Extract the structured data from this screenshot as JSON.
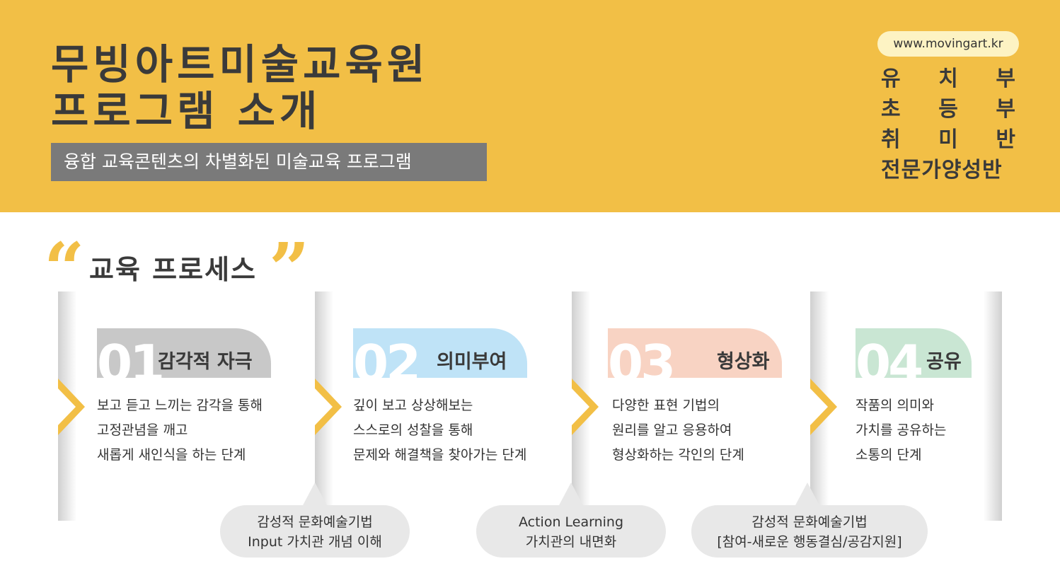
{
  "header": {
    "title_line1": "무빙아트미술교육원",
    "title_line2": "프로그램 소개",
    "subtitle": "융합 교육콘텐츠의 차별화된 미술교육 프로그램",
    "url": "www.movingart.kr",
    "divisions": [
      [
        "유",
        "치",
        "부"
      ],
      [
        "초",
        "등",
        "부"
      ],
      [
        "취",
        "미",
        "반"
      ]
    ],
    "division_full": "전문가양성반"
  },
  "section": {
    "open_quote": "“",
    "close_quote": "”",
    "title": "교육 프로세스"
  },
  "steps": [
    {
      "number": "01",
      "label": "감각적 자극",
      "color": "#c8c8c8",
      "lines": [
        "보고 듣고 느끼는 감각을 통해",
        "고정관념을 깨고",
        "새롭게 새인식을 하는 단계"
      ]
    },
    {
      "number": "02",
      "label": "의미부여",
      "color": "#bfe3f7",
      "lines": [
        "깊이 보고 상상해보는",
        "스스로의 성찰을 통해",
        "문제와 해결책을 찾아가는 단계"
      ]
    },
    {
      "number": "03",
      "label": "형상화",
      "color": "#f8d3c3",
      "lines": [
        "다양한 표현 기법의",
        "원리를 알고 응용하여",
        "형상화하는 각인의 단계"
      ]
    },
    {
      "number": "04",
      "label": "공유",
      "color": "#c9e6d3",
      "lines": [
        "작품의 의미와",
        "가치를 공유하는",
        "소통의 단계"
      ]
    }
  ],
  "bubbles": [
    {
      "line1": "감성적 문화예술기법",
      "line2": "Input 가치관 개념 이해"
    },
    {
      "line1": "Action Learning",
      "line2": "가치관의 내면화"
    },
    {
      "line1": "감성적 문화예술기법",
      "line2": "[참여-새로운 행동결심/공감지원]"
    }
  ],
  "colors": {
    "accent": "#f2bf46",
    "dark_text": "#3a3a3a",
    "subtitle_bg": "#7a7a7a",
    "bubble_bg": "#e8e8e8"
  }
}
